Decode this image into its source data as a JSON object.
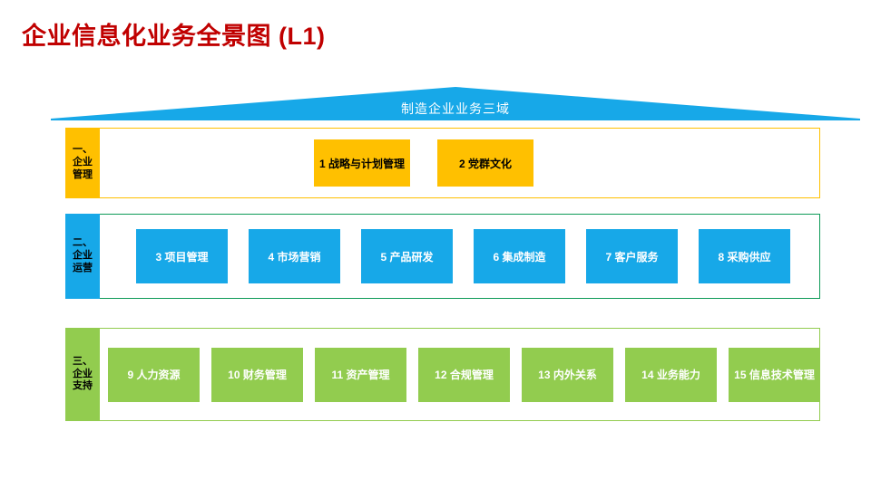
{
  "page": {
    "title": "企业信息化业务全景图 (L1)"
  },
  "roof": {
    "label": "制造企业业务三域",
    "color": "#17A8E8",
    "text_color": "#FFFFFF"
  },
  "bands": [
    {
      "key": "manage",
      "label_lines": [
        "一、",
        "企业",
        "管理"
      ],
      "accent": "#FFC000",
      "border": "#FFC000",
      "card_text_color": "#000000",
      "cards": [
        {
          "label": "1 战略与计划管理"
        },
        {
          "label": "2 党群文化"
        }
      ]
    },
    {
      "key": "operate",
      "label_lines": [
        "二、",
        "企业",
        "运营"
      ],
      "accent": "#17A8E8",
      "border": "#0E9B58",
      "card_text_color": "#FFFFFF",
      "cards": [
        {
          "label": "3 项目管理"
        },
        {
          "label": "4 市场营销"
        },
        {
          "label": "5 产品研发"
        },
        {
          "label": "6 集成制造"
        },
        {
          "label": "7 客户服务"
        },
        {
          "label": "8 采购供应"
        }
      ]
    },
    {
      "key": "support",
      "label_lines": [
        "三、",
        "企业",
        "支持"
      ],
      "accent": "#92CC4F",
      "border": "#92CC4F",
      "card_text_color": "#FFFFFF",
      "cards": [
        {
          "label": "9 人力资源"
        },
        {
          "label": "10 财务管理"
        },
        {
          "label": "11 资产管理"
        },
        {
          "label": "12 合规管理"
        },
        {
          "label": "13 内外关系"
        },
        {
          "label": "14 业务能力"
        },
        {
          "label": "15 信息技术管理"
        }
      ]
    }
  ]
}
